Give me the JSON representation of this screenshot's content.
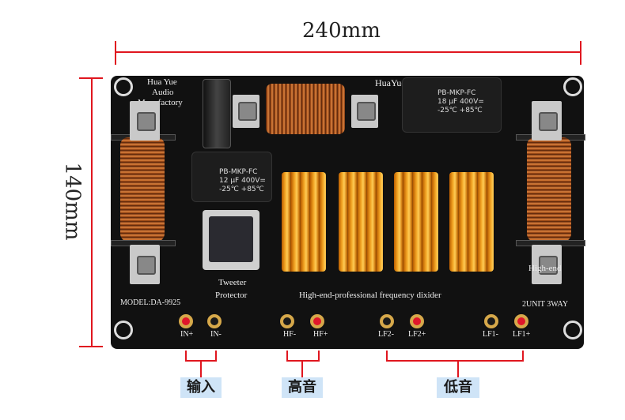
{
  "dimensions": {
    "width_label": "240mm",
    "height_label": "140mm"
  },
  "board": {
    "maker_line1": "Hua Yue",
    "maker_line2": "Audio",
    "maker_line3": "Manufactory",
    "maker_top_right": "HuaYue Audio Manufactory",
    "model": "MODEL:DA-9925",
    "tweeter_line1": "Tweeter",
    "tweeter_line2": "Protector",
    "slogan": "High-end-professional frequency dixider",
    "high_end": "High-end",
    "unit": "2UNIT 3WAY",
    "cap_large_line1": "PB-MKP-FC",
    "cap_large_line2": "18 μF 400V=",
    "cap_large_line3": "-25℃ +85℃",
    "cap_mid_line1": "PB-MKP-FC",
    "cap_mid_line2": "12 μF 400V=",
    "cap_mid_line3": "-25℃ +85℃"
  },
  "terminals": [
    {
      "label": "IN+",
      "color": "red"
    },
    {
      "label": "IN-",
      "color": "gold"
    },
    {
      "label": "HF-",
      "color": "gold"
    },
    {
      "label": "HF+",
      "color": "red"
    },
    {
      "label": "LF2-",
      "color": "gold"
    },
    {
      "label": "LF2+",
      "color": "red"
    },
    {
      "label": "LF1-",
      "color": "gold"
    },
    {
      "label": "LF1+",
      "color": "red"
    }
  ],
  "groups": {
    "input": "输入",
    "high": "高音",
    "low": "低音"
  },
  "colors": {
    "accent_red": "#e0161f",
    "label_bg": "#cfe4f7"
  }
}
